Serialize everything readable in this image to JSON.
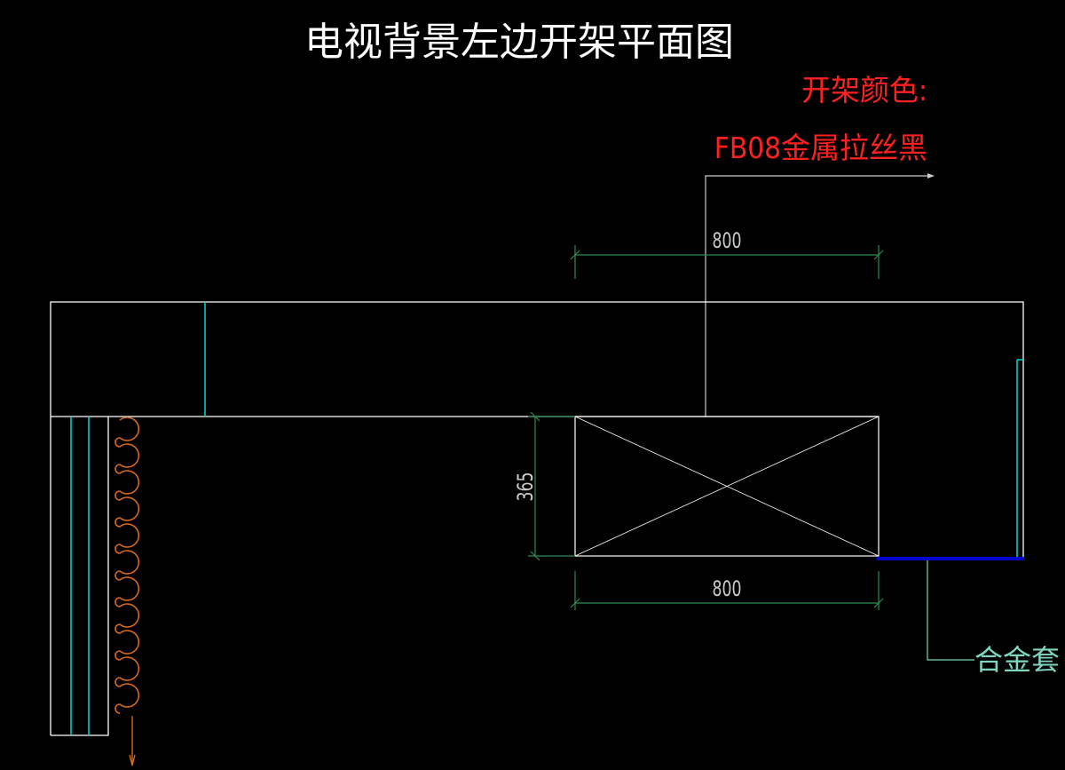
{
  "title": "电视背景左边开架平面图",
  "note": {
    "line1": "开架颜色:",
    "line2": "FB08金属拉丝黑"
  },
  "dimensions": {
    "top_width": "800",
    "bottom_width": "800",
    "depth": "365"
  },
  "labels": {
    "alloy_sleeve": "合金套"
  },
  "colors": {
    "background": "#000000",
    "outline": "#ffffff",
    "partition": "#00cccc",
    "dimension": "#2e8b57",
    "note_text": "#ff2020",
    "curtain": "#d2691e",
    "alloy_strip": "#0000cc",
    "label_text": "#7fd6c0"
  }
}
